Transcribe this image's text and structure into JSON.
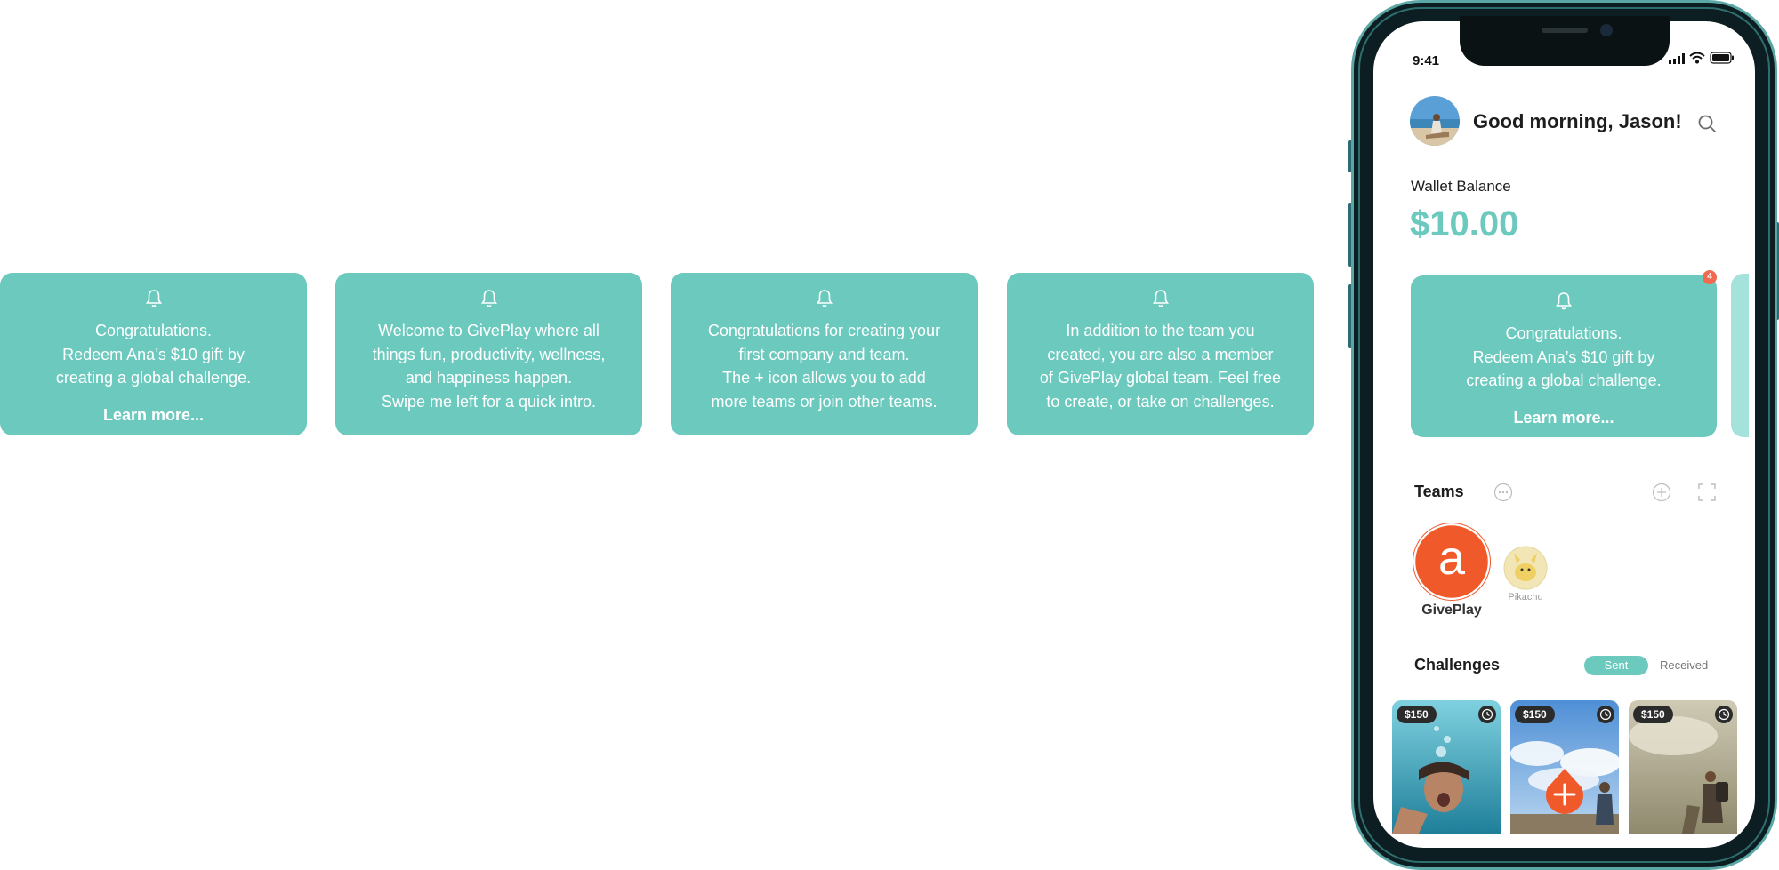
{
  "cards": [
    {
      "message": "Congratulations.\nRedeem Ana’s $10 gift by\ncreating a global challenge.",
      "link": "Learn more..."
    },
    {
      "message": "Welcome to GivePlay where all\nthings fun, productivity, wellness,\nand happiness happen.\nSwipe me left for a quick intro."
    },
    {
      "message": "Congratulations for creating your\nfirst company and team.\nThe + icon allows you to add\nmore teams or join other teams."
    },
    {
      "message": "In addition to the team you\ncreated, you are also a member\nof GivePlay global team. Feel free\nto create, or take on challenges."
    }
  ],
  "phone": {
    "status_time": "9:41",
    "greeting": "Good morning, Jason!",
    "wallet_label": "Wallet Balance",
    "wallet_amount": "$10.00",
    "notification_count": "4",
    "card": {
      "message": "Congratulations.\nRedeem Ana’s $10 gift by\ncreating a global challenge.",
      "link": "Learn more..."
    },
    "teams_label": "Teams",
    "teams": [
      {
        "name": "GivePlay",
        "logo_letter": "a"
      },
      {
        "name": "Pikachu"
      }
    ],
    "challenges_label": "Challenges",
    "tabs": {
      "sent": "Sent",
      "received": "Received",
      "active": "sent"
    },
    "challenges": [
      {
        "price": "$150"
      },
      {
        "price": "$150"
      },
      {
        "price": "$150"
      }
    ]
  },
  "colors": {
    "accent": "#6cc9be",
    "orange": "#f0592a",
    "badge": "#ef6a4f"
  }
}
